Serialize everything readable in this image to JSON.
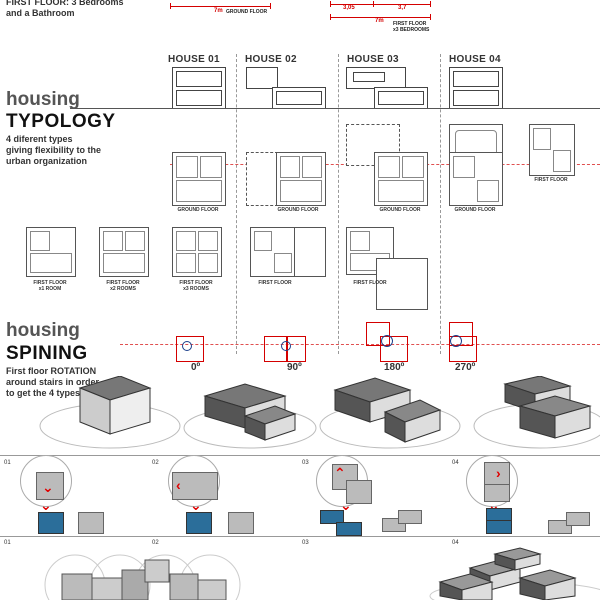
{
  "header": {
    "first_floor_line1": "FIRST FLOOR: 3 Bedrooms",
    "first_floor_line2": "and a Bathroom",
    "dim_ground_value": "7m",
    "dim_ground_label": "GROUND FLOOR",
    "dim_first_a": "3,05",
    "dim_first_b": "3,7",
    "dim_first_total": "7m",
    "dim_first_label1": "FIRST FLOOR",
    "dim_first_label2": "x3 BEDROOMS"
  },
  "houses": [
    {
      "label": "HOUSE 01"
    },
    {
      "label": "HOUSE 02"
    },
    {
      "label": "HOUSE 03"
    },
    {
      "label": "HOUSE 04"
    }
  ],
  "typology": {
    "title_small": "housing",
    "title_big": "TYPOLOGY",
    "desc1": "4 diferent types",
    "desc2": "giving flexibility to the",
    "desc3": "urban organization",
    "ground_floor_caption": "GROUND FLOOR",
    "first_floor_caption": "FIRST FLOOR",
    "room_captions": [
      {
        "line1": "FIRST FLOOR",
        "line2": "x1 ROOM"
      },
      {
        "line1": "FIRST FLOOR",
        "line2": "x2 ROOMS"
      },
      {
        "line1": "FIRST FLOOR",
        "line2": "x3 ROOMS"
      }
    ]
  },
  "spining": {
    "title_small": "housing",
    "title_big": "SPINING",
    "desc1": "First floor ROTATION",
    "desc2": "around stairs in order",
    "desc3": "to get the 4 types",
    "angles": [
      "0º",
      "90º",
      "180º",
      "270º"
    ]
  },
  "steps": [
    "01",
    "02",
    "03",
    "04"
  ],
  "steps_bottom": [
    "01",
    "02",
    "03",
    "04"
  ],
  "colors": {
    "accent_red": "#d40000",
    "module_blue": "#2b6e9a",
    "module_grey": "#bbbbbb"
  }
}
